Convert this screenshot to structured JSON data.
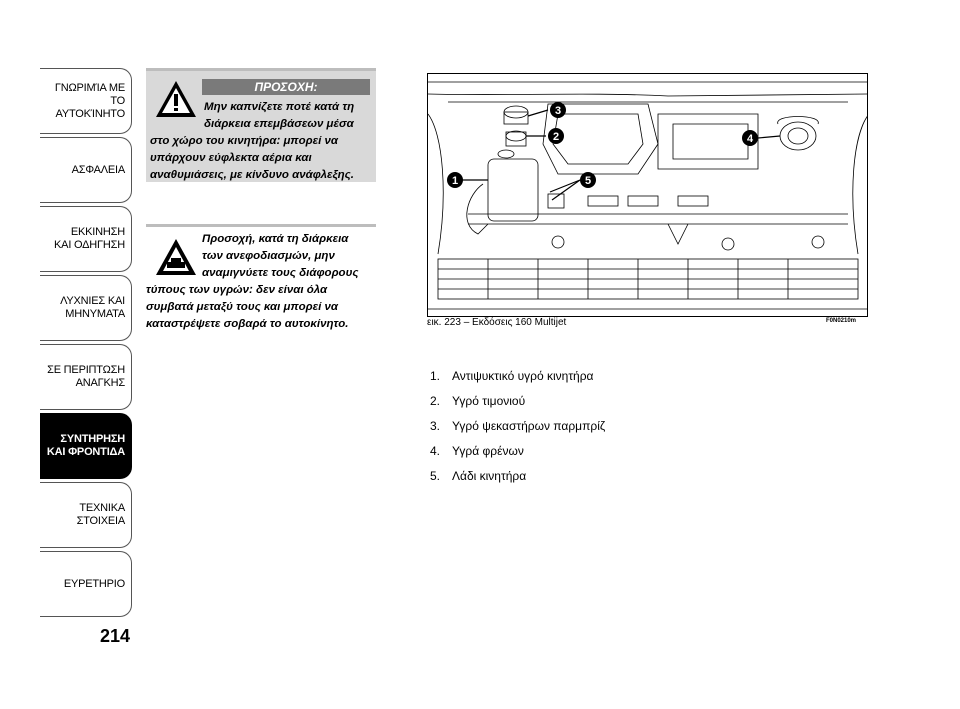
{
  "sidebar": {
    "tabs": [
      {
        "line1": "ΓΝΩΡΙΜΊΑ ΜΕ",
        "line2": "ΤΟ ΑΥΤΟΚΊΝΗΤΟ"
      },
      {
        "line1": "ΑΣΦΑΛΕΙΑ",
        "line2": ""
      },
      {
        "line1": "ΕΚΚΙΝΗΣΗ",
        "line2": "ΚΑΙ ΟΔΗΓΗΣΗ"
      },
      {
        "line1": "ΛΥΧΝΙΕΣ ΚΑΙ",
        "line2": "ΜΗΝΥΜΑΤΑ"
      },
      {
        "line1": "ΣΕ ΠΕΡΙΠΤΩΣΗ",
        "line2": "ΑΝΑΓΚΗΣ"
      },
      {
        "line1": "ΣΥΝΤΗΡΗΣΗ",
        "line2": "ΚΑΙ ΦΡΟΝΤΙΔΑ"
      },
      {
        "line1": "ΤΕΧΝΙΚΑ",
        "line2": "ΣΤΟΙΧΕΙΑ"
      },
      {
        "line1": "ΕΥΡΕΤΗΡΙΟ",
        "line2": ""
      }
    ],
    "active_index": 5
  },
  "page_number": "214",
  "warning": {
    "header": "ΠΡΟΣΟΧΗ:",
    "text_l1": "Μην καπνίζετε ποτέ κατά τη",
    "text_l2": "διάρκεια επεμβάσεων μέσα",
    "text_l3": "στο χώρο του κινητήρα: μπορεί να",
    "text_l4": "υπάρχουν εύφλεκτα αέρια και",
    "text_l5": "αναθυμιάσεις, με κίνδυνο ανάφλεξης."
  },
  "caution": {
    "text_l1": "Προσοχή, κατά τη διάρκεια",
    "text_l2": "των ανεφοδιασμών, μην",
    "text_l3": "αναμιγνύετε τους διάφορους",
    "text_l4": "τύπους των υγρών: δεν είναι όλα",
    "text_l5": "συμβατά μεταξύ τους και μπορεί να",
    "text_l6": "καταστρέψετε σοβαρά το αυτοκίνητο."
  },
  "figure": {
    "caption": "εικ. 223 – Εκδόσεις 160 Multijet",
    "code": "F0N0210m",
    "callouts": [
      "1",
      "2",
      "3",
      "4",
      "5"
    ]
  },
  "legend": [
    {
      "num": "1.",
      "text": "Αντιψυκτικό υγρό κινητήρα"
    },
    {
      "num": "2.",
      "text": "Υγρό τιμονιού"
    },
    {
      "num": "3.",
      "text": "Υγρό ψεκαστήρων παρμπρίζ"
    },
    {
      "num": "4.",
      "text": "Υγρά φρένων"
    },
    {
      "num": "5.",
      "text": "Λάδι κινητήρα"
    }
  ]
}
